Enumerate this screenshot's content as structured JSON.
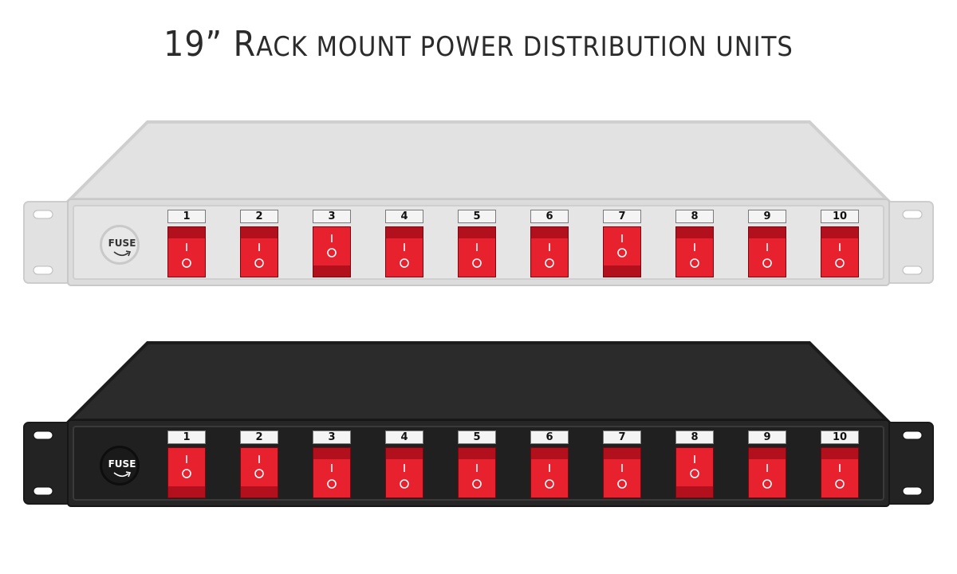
{
  "title_main": "19” R",
  "title_rest": "ACK MOUNT POWER DISTRIBUTION UNITS",
  "units": [
    {
      "name": "light-pdu",
      "fuse_label": "FUSE",
      "body_color": "#dcdcdc",
      "top_color": "#e2e2e2",
      "ear_color": "#e1e1e1",
      "panel_color": "#e5e5e5",
      "fuse_bg": "#e8e8e8",
      "fuse_text_color": "#333333",
      "switches": [
        {
          "label": "1",
          "state": "up"
        },
        {
          "label": "2",
          "state": "up"
        },
        {
          "label": "3",
          "state": "down"
        },
        {
          "label": "4",
          "state": "up"
        },
        {
          "label": "5",
          "state": "up"
        },
        {
          "label": "6",
          "state": "up"
        },
        {
          "label": "7",
          "state": "down"
        },
        {
          "label": "8",
          "state": "up"
        },
        {
          "label": "9",
          "state": "up"
        },
        {
          "label": "10",
          "state": "up"
        }
      ]
    },
    {
      "name": "dark-pdu",
      "fuse_label": "FUSE",
      "body_color": "#262626",
      "top_color": "#2b2b2b",
      "ear_color": "#232323",
      "panel_color": "#202020",
      "fuse_bg": "#1a1a1a",
      "fuse_text_color": "#ffffff",
      "switches": [
        {
          "label": "1",
          "state": "down"
        },
        {
          "label": "2",
          "state": "down"
        },
        {
          "label": "3",
          "state": "up"
        },
        {
          "label": "4",
          "state": "up"
        },
        {
          "label": "5",
          "state": "up"
        },
        {
          "label": "6",
          "state": "up"
        },
        {
          "label": "7",
          "state": "up"
        },
        {
          "label": "8",
          "state": "down"
        },
        {
          "label": "9",
          "state": "up"
        },
        {
          "label": "10",
          "state": "up"
        }
      ]
    }
  ]
}
